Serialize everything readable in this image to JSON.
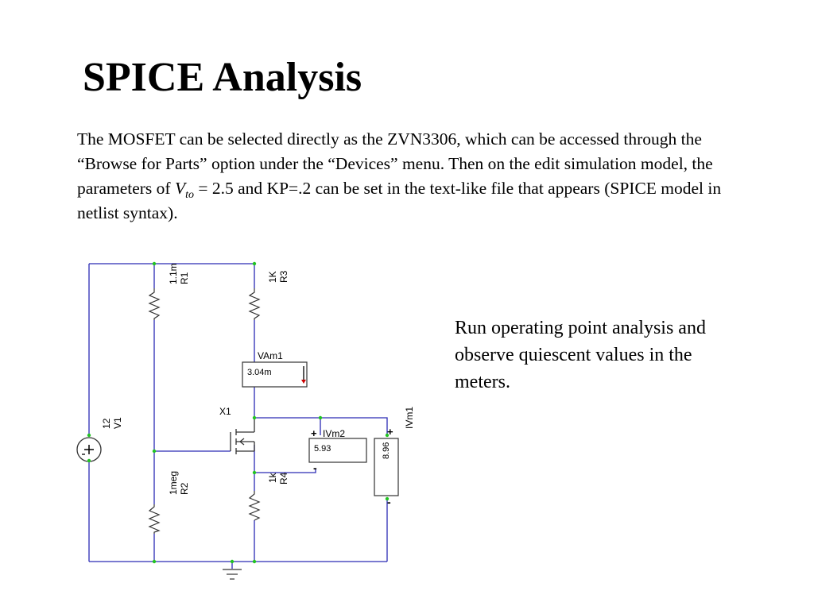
{
  "slide": {
    "title": "SPICE Analysis",
    "para_part1": "The MOSFET can be selected directly as the ZVN3306, which can be accessed through the “Browse for Parts” option under the “Devices” menu.  Then on the edit simulation model, the parameters of ",
    "para_var": "V",
    "para_sub": "to",
    "para_part2": " = 2.5 and KP=.2 can be set in the text-like file that appears (SPICE model in netlist syntax).",
    "side_note": "Run operating point analysis and observe quiescent values in the meters."
  },
  "schematic": {
    "wire_color": "#2b2bb5",
    "node_color": "#22c322",
    "r1_value": "1.1m",
    "r1_name": "R1",
    "r3_value": "1K",
    "r3_name": "R3",
    "r2_value": "1meg",
    "r2_name": "R2",
    "r4_value": "1k",
    "r4_name": "R4",
    "v1_value": "12",
    "v1_name": "V1",
    "ammeter_name": "VAm1",
    "ammeter_value": "3.04m",
    "mosfet_name": "X1",
    "ivm2_name": "IVm2",
    "ivm2_value": "5.93",
    "ivm1_name": "IVm1",
    "ivm1_value": "8.96",
    "plus_sign": "+",
    "minus_sign": "-"
  }
}
